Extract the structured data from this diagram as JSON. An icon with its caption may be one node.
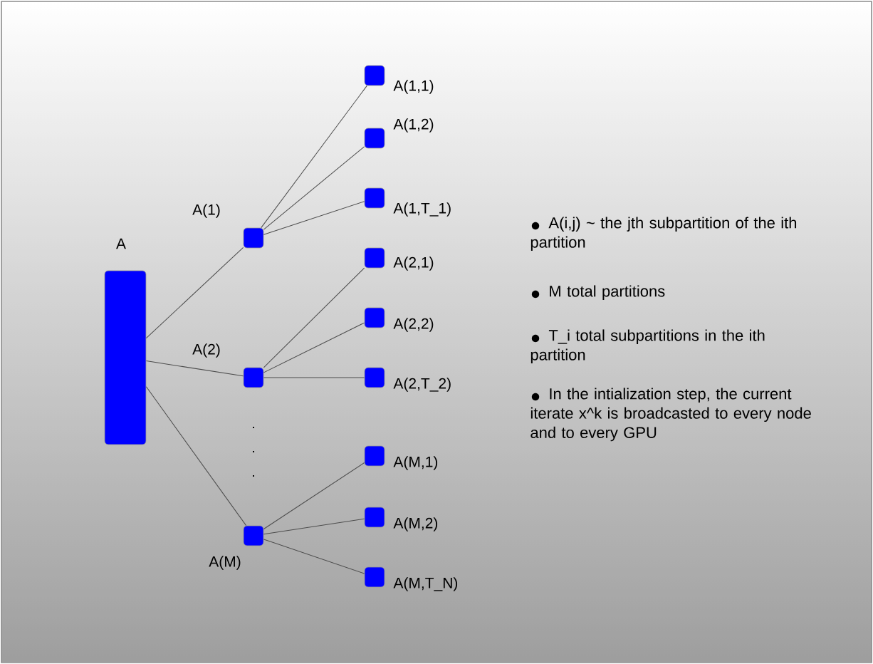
{
  "diagram": {
    "nodes": [
      {
        "text": [
          "A"
        ]
      },
      {
        "text": [
          "A(1)"
        ]
      },
      {
        "text": [
          "A(1,1)"
        ]
      },
      {
        "text": [
          "A(1,2)"
        ]
      },
      {
        "text": [
          "A(1,T_1)"
        ]
      },
      {
        "text": [
          "A(2)"
        ]
      },
      {
        "text": [
          "A(2,1)"
        ]
      },
      {
        "text": [
          "A(2,2)"
        ]
      },
      {
        "text": [
          "A(2,T_2)"
        ]
      },
      {
        "text": [
          "A(M)"
        ]
      },
      {
        "text": [
          "A(M,1)"
        ]
      },
      {
        "text": [
          "A(M,2)"
        ]
      },
      {
        "text": [
          "A(M,T_N)"
        ]
      }
    ],
    "edges": [
      {
        "from": 0,
        "to": 1,
        "arrow": "none"
      },
      {
        "from": 0,
        "to": 5,
        "arrow": "none"
      },
      {
        "from": 0,
        "to": 9,
        "arrow": "none"
      },
      {
        "from": 1,
        "to": 2,
        "arrow": "none"
      },
      {
        "from": 1,
        "to": 3,
        "arrow": "none"
      },
      {
        "from": 1,
        "to": 4,
        "arrow": "none"
      },
      {
        "from": 5,
        "to": 6,
        "arrow": "none"
      },
      {
        "from": 5,
        "to": 7,
        "arrow": "none"
      },
      {
        "from": 5,
        "to": 8,
        "arrow": "none"
      },
      {
        "from": 9,
        "to": 10,
        "arrow": "none"
      },
      {
        "from": 9,
        "to": 11,
        "arrow": "none"
      },
      {
        "from": 9,
        "to": 12,
        "arrow": "none"
      }
    ],
    "labels": [
      ".",
      ".",
      ".",
      "A(i,j) ~ the jth subpartition of the ith partition",
      "M total partitions",
      "T_i total subpartitions in the ith partition",
      "In the intialization step, the current iterate x^k is broadcasted to every node and to every GPU"
    ]
  }
}
